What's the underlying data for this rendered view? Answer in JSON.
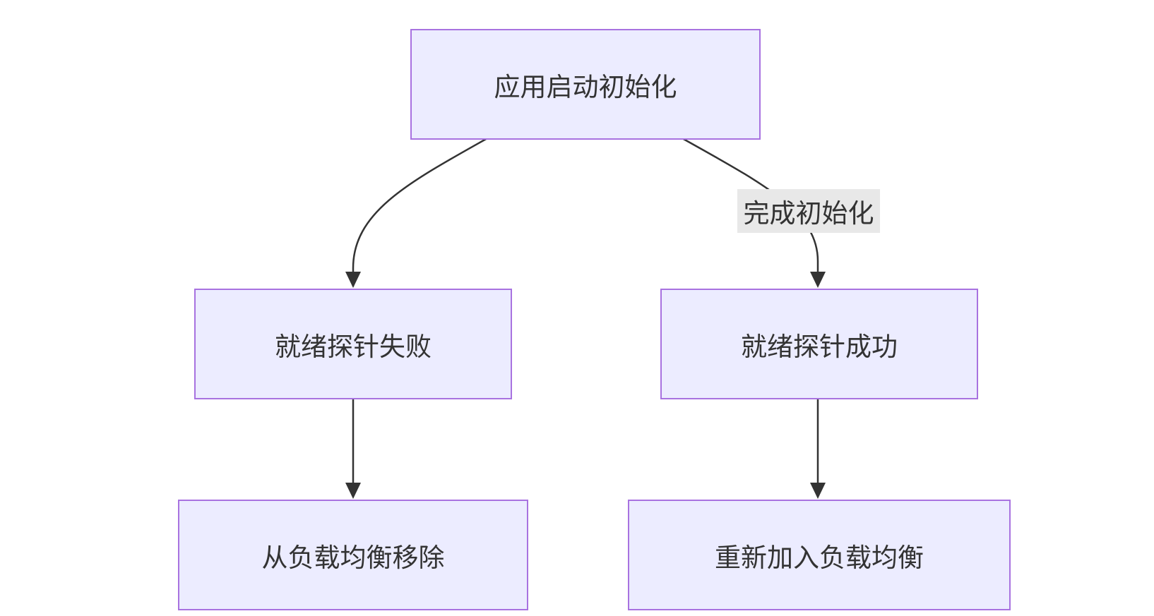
{
  "diagram": {
    "type": "flowchart",
    "nodes": {
      "start": {
        "label": "应用启动初始化"
      },
      "probe_fail": {
        "label": "就绪探针失败"
      },
      "probe_ok": {
        "label": "就绪探针成功"
      },
      "remove_lb": {
        "label": "从负载均衡移除"
      },
      "rejoin_lb": {
        "label": "重新加入负载均衡"
      }
    },
    "edges": [
      {
        "from": "start",
        "to": "probe_fail",
        "label": ""
      },
      {
        "from": "start",
        "to": "probe_ok",
        "label": "完成初始化"
      },
      {
        "from": "probe_fail",
        "to": "remove_lb",
        "label": ""
      },
      {
        "from": "probe_ok",
        "to": "rejoin_lb",
        "label": ""
      }
    ],
    "colors": {
      "node_fill": "#ececff",
      "node_border": "#a872e0",
      "edge": "#333333",
      "edge_label_bg": "#e8e8e8",
      "text": "#333333"
    }
  }
}
